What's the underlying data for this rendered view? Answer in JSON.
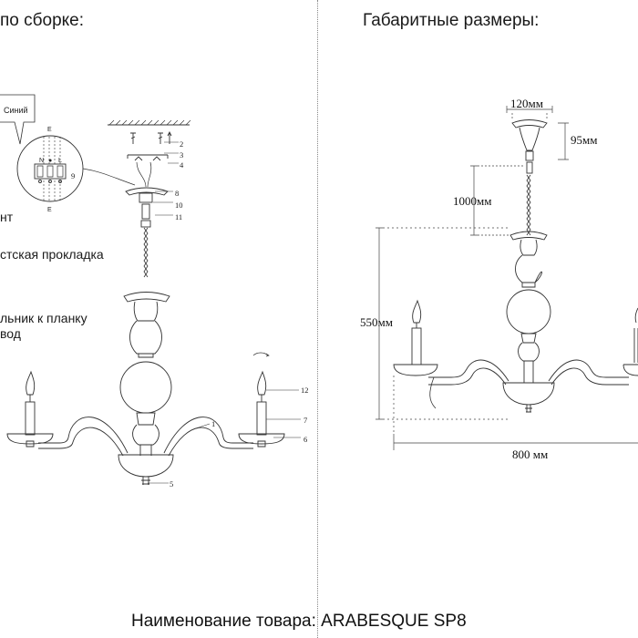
{
  "headers": {
    "assembly": "по сборке:",
    "dimensions": "Габаритные размеры:"
  },
  "left_notes": {
    "wire_color": "Синий",
    "note_1": "нт",
    "note_2": "стская прокладка",
    "note_3": "льник к планку",
    "note_4": "вод"
  },
  "callouts": {
    "n1": "1",
    "n2": "2",
    "n3": "3",
    "n4": "4",
    "n5": "5",
    "n6": "6",
    "n7": "7",
    "n8": "8",
    "n9": "9",
    "n10": "10",
    "n11": "11",
    "n12": "12",
    "e_top": "E",
    "e_bottom": "E",
    "m1": "N",
    "m2": "●",
    "m3": "L"
  },
  "dimensions": {
    "canopy_width": "120мм",
    "canopy_height": "95мм",
    "chain_length": "1000мм",
    "body_height": "550мм",
    "overall_width": "800 мм"
  },
  "footer": {
    "product": "Наименование товара: ARABESQUE SP8"
  }
}
